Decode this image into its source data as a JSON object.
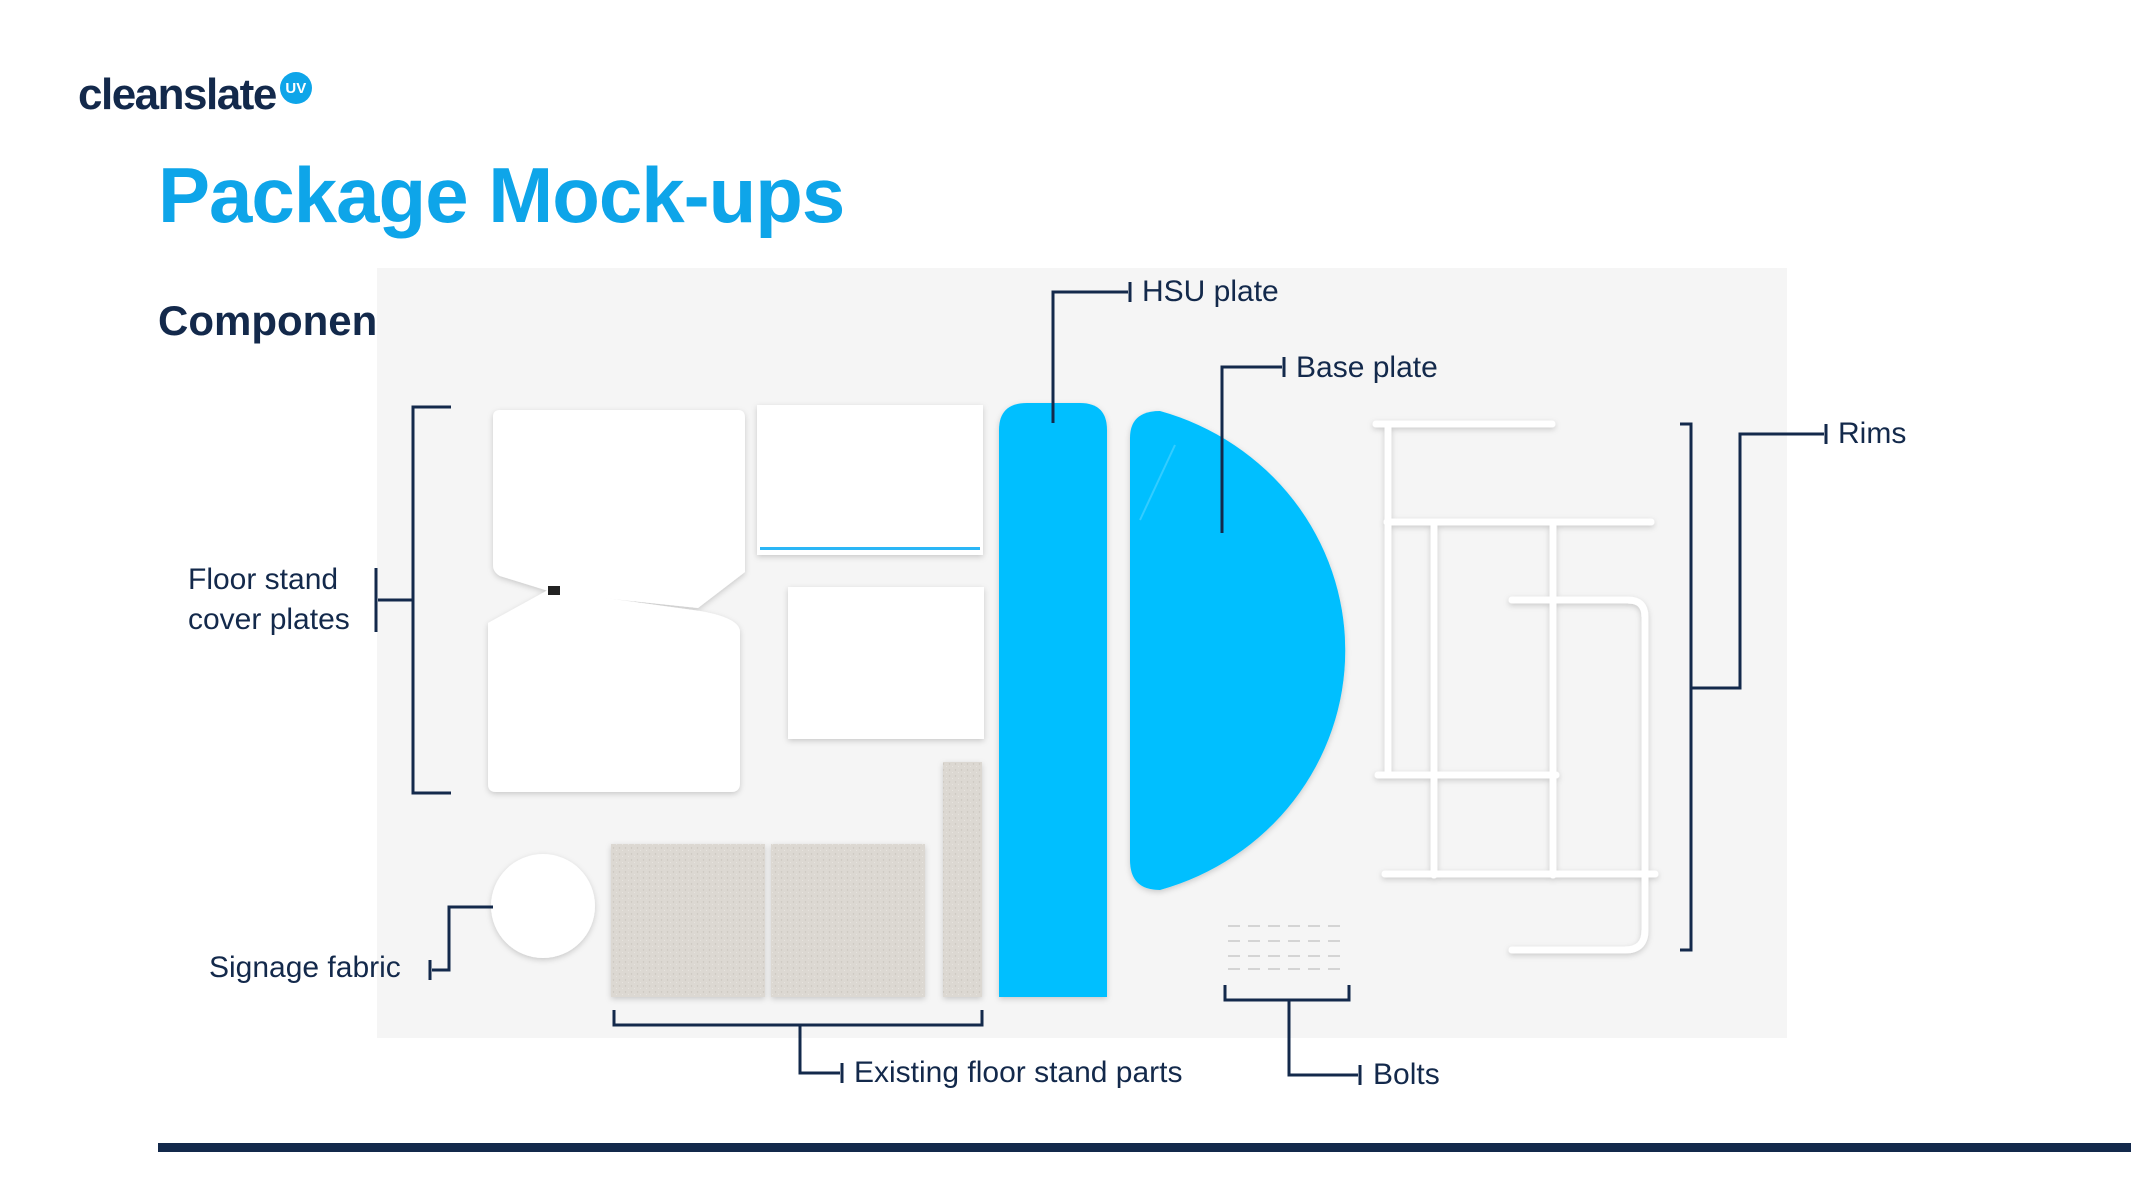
{
  "brand": {
    "logo_text": "cleanslate",
    "logo_badge": "UV"
  },
  "title": "Package Mock-ups",
  "subtitle": "Components",
  "callouts": {
    "hsu_plate": "HSU plate",
    "base_plate": "Base plate",
    "rims": "Rims",
    "floor_stand_cover_plates": "Floor stand cover plates",
    "signage_fabric": "Signage fabric",
    "existing_floor_stand_parts": "Existing floor stand parts",
    "bolts": "Bolts"
  },
  "colors": {
    "brand_blue": "#0ea5e9",
    "part_blue": "#00bfff",
    "navy": "#13294b",
    "backdrop": "#f5f5f5"
  }
}
